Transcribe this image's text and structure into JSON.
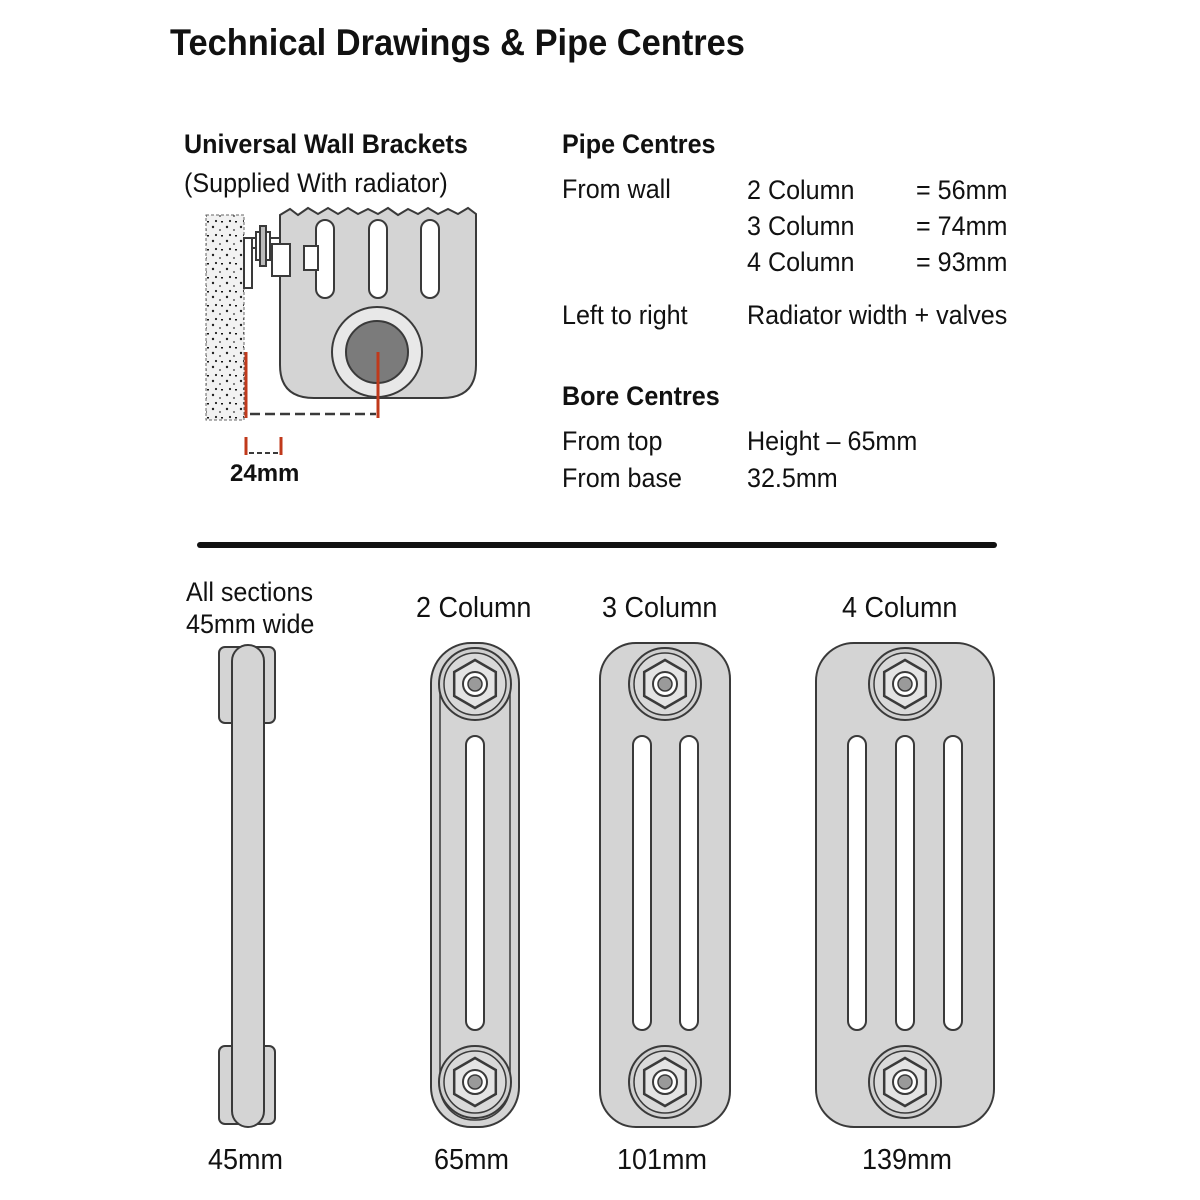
{
  "title": "Technical Drawings & Pipe Centres",
  "brackets": {
    "heading": "Universal Wall Brackets",
    "subheading": "(Supplied With radiator)",
    "gap_label": "24mm"
  },
  "pipe_centres": {
    "heading": "Pipe Centres",
    "from_wall_label": "From wall",
    "rows": [
      {
        "column": "2 Column",
        "value": "= 56mm"
      },
      {
        "column": "3 Column",
        "value": "= 74mm"
      },
      {
        "column": "4 Column",
        "value": "= 93mm"
      }
    ],
    "left_right_label": "Left to right",
    "left_right_value": "Radiator width + valves"
  },
  "bore_centres": {
    "heading": "Bore Centres",
    "from_top_label": "From top",
    "from_top_value": "Height – 65mm",
    "from_base_label": "From base",
    "from_base_value": "32.5mm"
  },
  "sections": {
    "note_line1": "All sections",
    "note_line2": "45mm wide",
    "items": [
      {
        "label": "",
        "width": "45mm"
      },
      {
        "label": "2 Column",
        "width": "65mm"
      },
      {
        "label": "3 Column",
        "width": "101mm"
      },
      {
        "label": "4 Column",
        "width": "139mm"
      }
    ]
  },
  "colors": {
    "fill": "#d4d4d4",
    "stroke": "#3a3a3a",
    "accent": "#c0391b"
  }
}
